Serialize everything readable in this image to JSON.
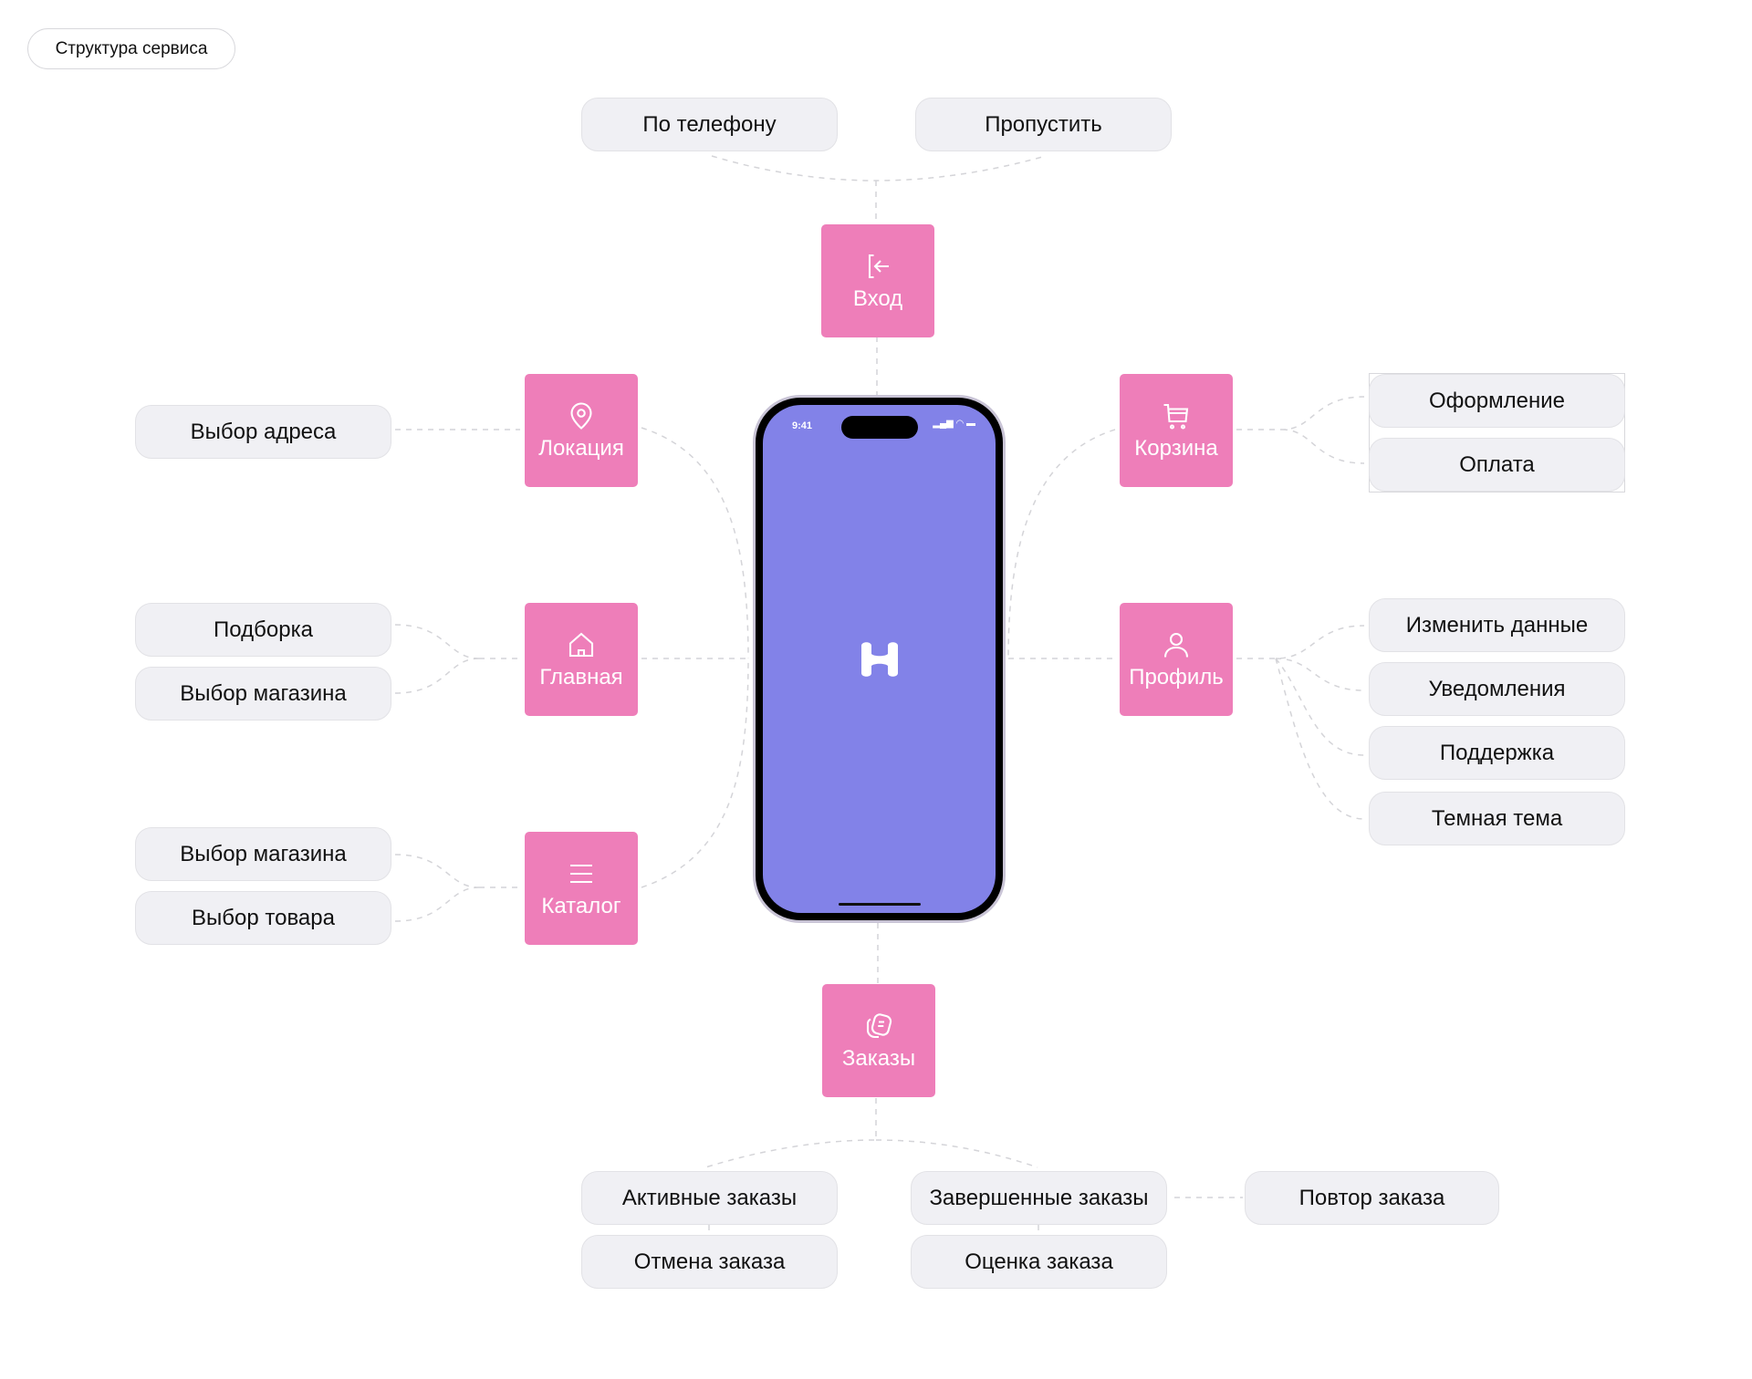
{
  "title": "Структура сервиса",
  "colors": {
    "node": "#ee7eb9",
    "screen": "#8282e8",
    "pill": "#f0f0f4"
  },
  "phone": {
    "time": "9:41",
    "logo": "H"
  },
  "nodes": {
    "login": {
      "label": "Вход",
      "icon": "login-icon"
    },
    "location": {
      "label": "Локация",
      "icon": "location-pin-icon"
    },
    "home": {
      "label": "Главная",
      "icon": "home-icon"
    },
    "catalog": {
      "label": "Каталог",
      "icon": "menu-icon"
    },
    "cart": {
      "label": "Корзина",
      "icon": "cart-icon"
    },
    "profile": {
      "label": "Профиль",
      "icon": "user-icon"
    },
    "orders": {
      "label": "Заказы",
      "icon": "orders-icon"
    }
  },
  "login_children": [
    "По телефону",
    "Пропустить"
  ],
  "location_children": [
    "Выбор адреса"
  ],
  "home_children": [
    "Подборка",
    "Выбор магазина"
  ],
  "catalog_children": [
    "Выбор магазина",
    "Выбор товара"
  ],
  "cart_children": [
    "Оформление",
    "Оплата"
  ],
  "profile_children": [
    "Изменить данные",
    "Уведомления",
    "Поддержка",
    "Темная тема"
  ],
  "orders_children": {
    "active": "Активные заказы",
    "cancel": "Отмена заказа",
    "completed": "Завершенные заказы",
    "rate": "Оценка заказа",
    "repeat": "Повтор заказа"
  }
}
